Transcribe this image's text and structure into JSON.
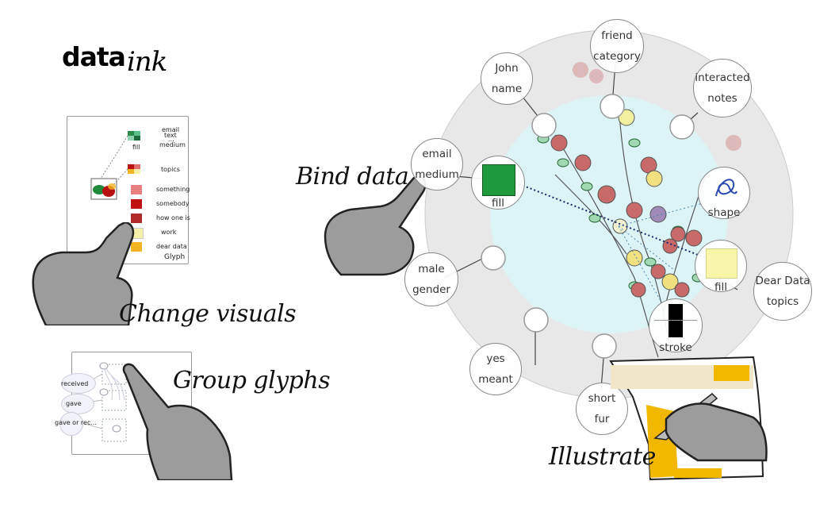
{
  "logo": {
    "data": "data",
    "ink": "ink"
  },
  "captions": {
    "change_visuals": "Change visuals",
    "group_glyphs": "Group glyphs",
    "bind_data": "Bind data",
    "illustrate": "Illustrate"
  },
  "glyph_panel": {
    "fill_label": "fill",
    "legend_top": [
      "email",
      "text",
      "...",
      "medium"
    ],
    "topics_label": "topics",
    "items": [
      {
        "label": "something",
        "color": "#e88080"
      },
      {
        "label": "somebody",
        "color": "#c01010"
      },
      {
        "label": "how one is",
        "color": "#b02a2a"
      },
      {
        "label": "work",
        "color": "#f6f0a8"
      },
      {
        "label": "dear data",
        "color": "#f2b422"
      }
    ],
    "footer": "Glyph"
  },
  "group_panel": {
    "labels": [
      "received",
      "gave",
      "gave or rec..."
    ]
  },
  "wheel": {
    "nodes": [
      {
        "line1": "John",
        "line2": "name"
      },
      {
        "line1": "friend",
        "line2": "category"
      },
      {
        "line1": "interacted",
        "line2": "notes"
      },
      {
        "line1": "email",
        "line2": "medium"
      },
      {
        "line1": "male",
        "line2": "gender"
      },
      {
        "line1": "Dear Data",
        "line2": "topics"
      },
      {
        "line1": "yes",
        "line2": "meant"
      },
      {
        "line1": "short",
        "line2": "fur"
      }
    ],
    "visuals": {
      "fill_green": {
        "label": "fill",
        "color": "#1e9a3c"
      },
      "shape": {
        "label": "shape"
      },
      "fill_yellow": {
        "label": "fill",
        "color": "#f8f6a8"
      },
      "stroke": {
        "label": "stroke",
        "color": "#000000"
      }
    }
  }
}
